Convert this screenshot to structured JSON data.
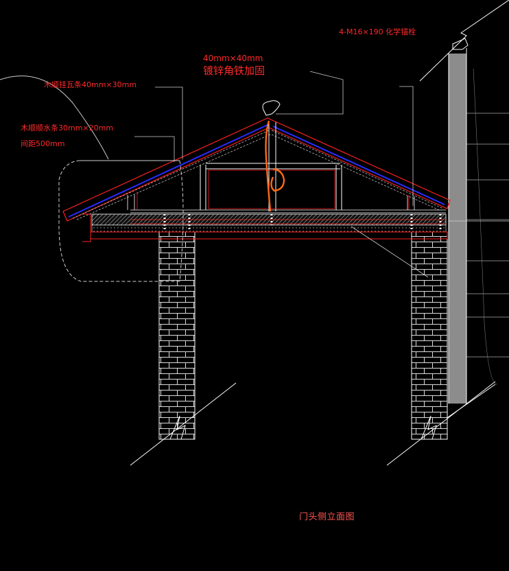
{
  "drawing_title": "门头侧立面图",
  "annotations": {
    "anchor_bolt": "4-M16×190 化学锚栓",
    "angle_steel_size": "40mm×40mm",
    "angle_steel_desc": "镀锌角铁加固",
    "tile_batten": "木顺挂瓦条40mm×30mm",
    "water_batten": "木顺顺水条30mm×20mm",
    "spacing": "间距500mm"
  },
  "colors": {
    "background": "#000000",
    "annotation": "#ff2a2a",
    "roof_outline": "#ff2020",
    "roof_underlay": "#2b2bff",
    "highlight": "#ff6a1a",
    "linework": "#ffffff",
    "wall": "#8c8c8c"
  }
}
